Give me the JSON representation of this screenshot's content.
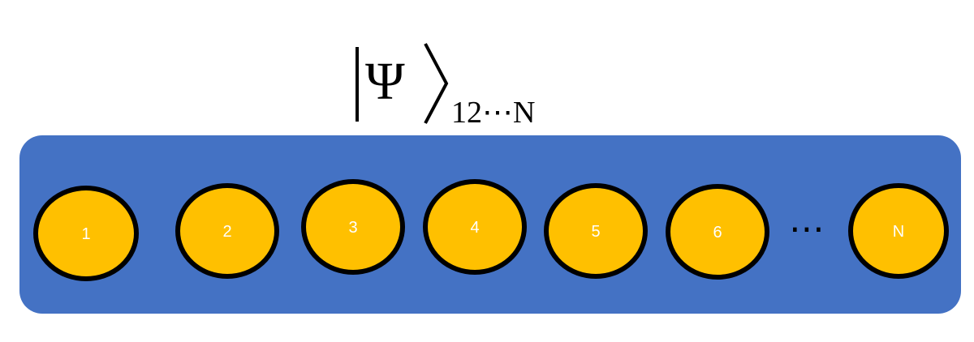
{
  "ket": {
    "symbol": "Ψ",
    "subscript": "12⋯N"
  },
  "chain": {
    "sites": [
      {
        "label": "1"
      },
      {
        "label": "2"
      },
      {
        "label": "3"
      },
      {
        "label": "4"
      },
      {
        "label": "5"
      },
      {
        "label": "6"
      },
      {
        "label": "N"
      }
    ],
    "ellipsis": "⋯"
  },
  "colors": {
    "container": "#4472C4",
    "site_fill": "#FFC000",
    "site_stroke": "#000000",
    "label": "#FFFFFF"
  }
}
